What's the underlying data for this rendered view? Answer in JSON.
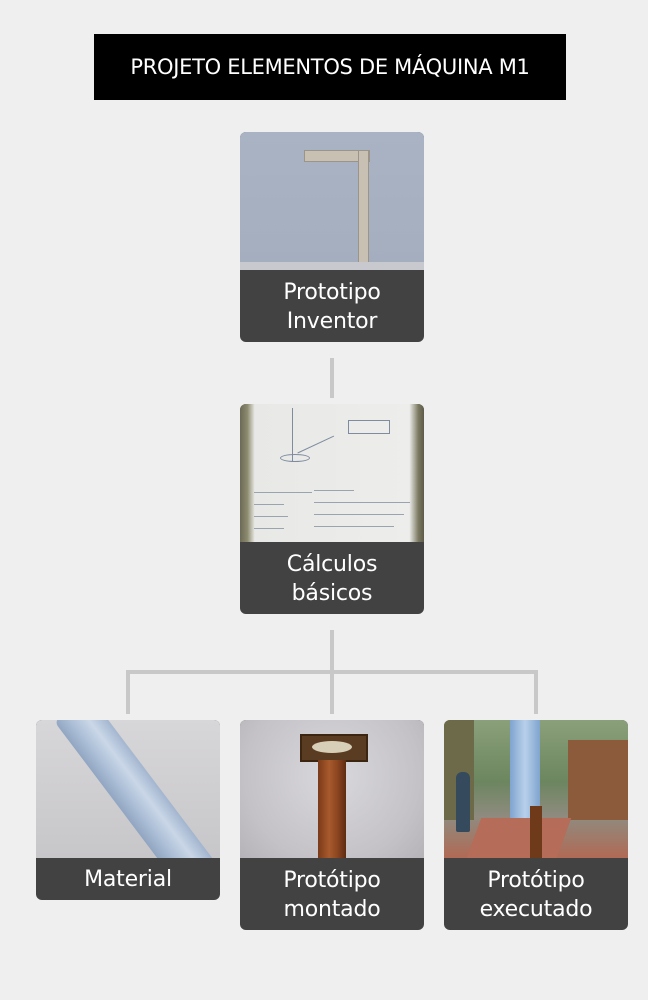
{
  "title": "PROJETO ELEMENTOS DE MÁQUINA M1",
  "nodes": [
    {
      "line1": "Prototipo",
      "line2": "Inventor",
      "photo": "cad-model-photo"
    },
    {
      "line1": "Cálculos",
      "line2": "básicos",
      "photo": "calculations-paper-photo"
    },
    {
      "line1": "Material",
      "photo": "material-tube-photo"
    },
    {
      "line1": "Protótipo",
      "line2": "montado",
      "photo": "mounted-prototype-photo"
    },
    {
      "line1": "Protótipo",
      "line2": "executado",
      "photo": "executed-prototype-photo"
    }
  ],
  "colors": {
    "background": "#efefef",
    "title_bg": "#000000",
    "caption_bg": "#424242",
    "connector": "#c8c8c8"
  }
}
